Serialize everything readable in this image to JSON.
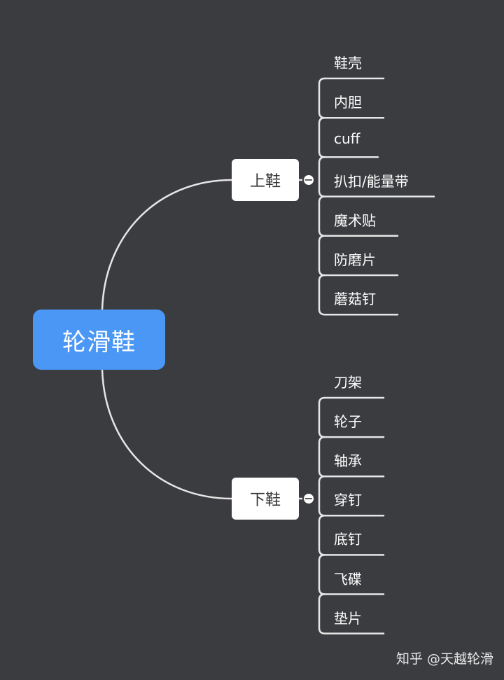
{
  "root": {
    "label": "轮滑鞋"
  },
  "branches": [
    {
      "label": "上鞋",
      "children": [
        "鞋壳",
        "内胆",
        "cuff",
        "扒扣/能量带",
        "魔术贴",
        "防磨片",
        "蘑菇钉"
      ]
    },
    {
      "label": "下鞋",
      "children": [
        "刀架",
        "轮子",
        "轴承",
        "穿钉",
        "底钉",
        "飞碟",
        "垫片"
      ]
    }
  ],
  "collapse_symbol": "−",
  "watermark": "知乎 @天越轮滑",
  "colors": {
    "background": "#3b3c40",
    "root": "#4a97f5",
    "branch": "#ffffff",
    "connector": "#e6e6e6",
    "leaf_text": "#ffffff"
  }
}
